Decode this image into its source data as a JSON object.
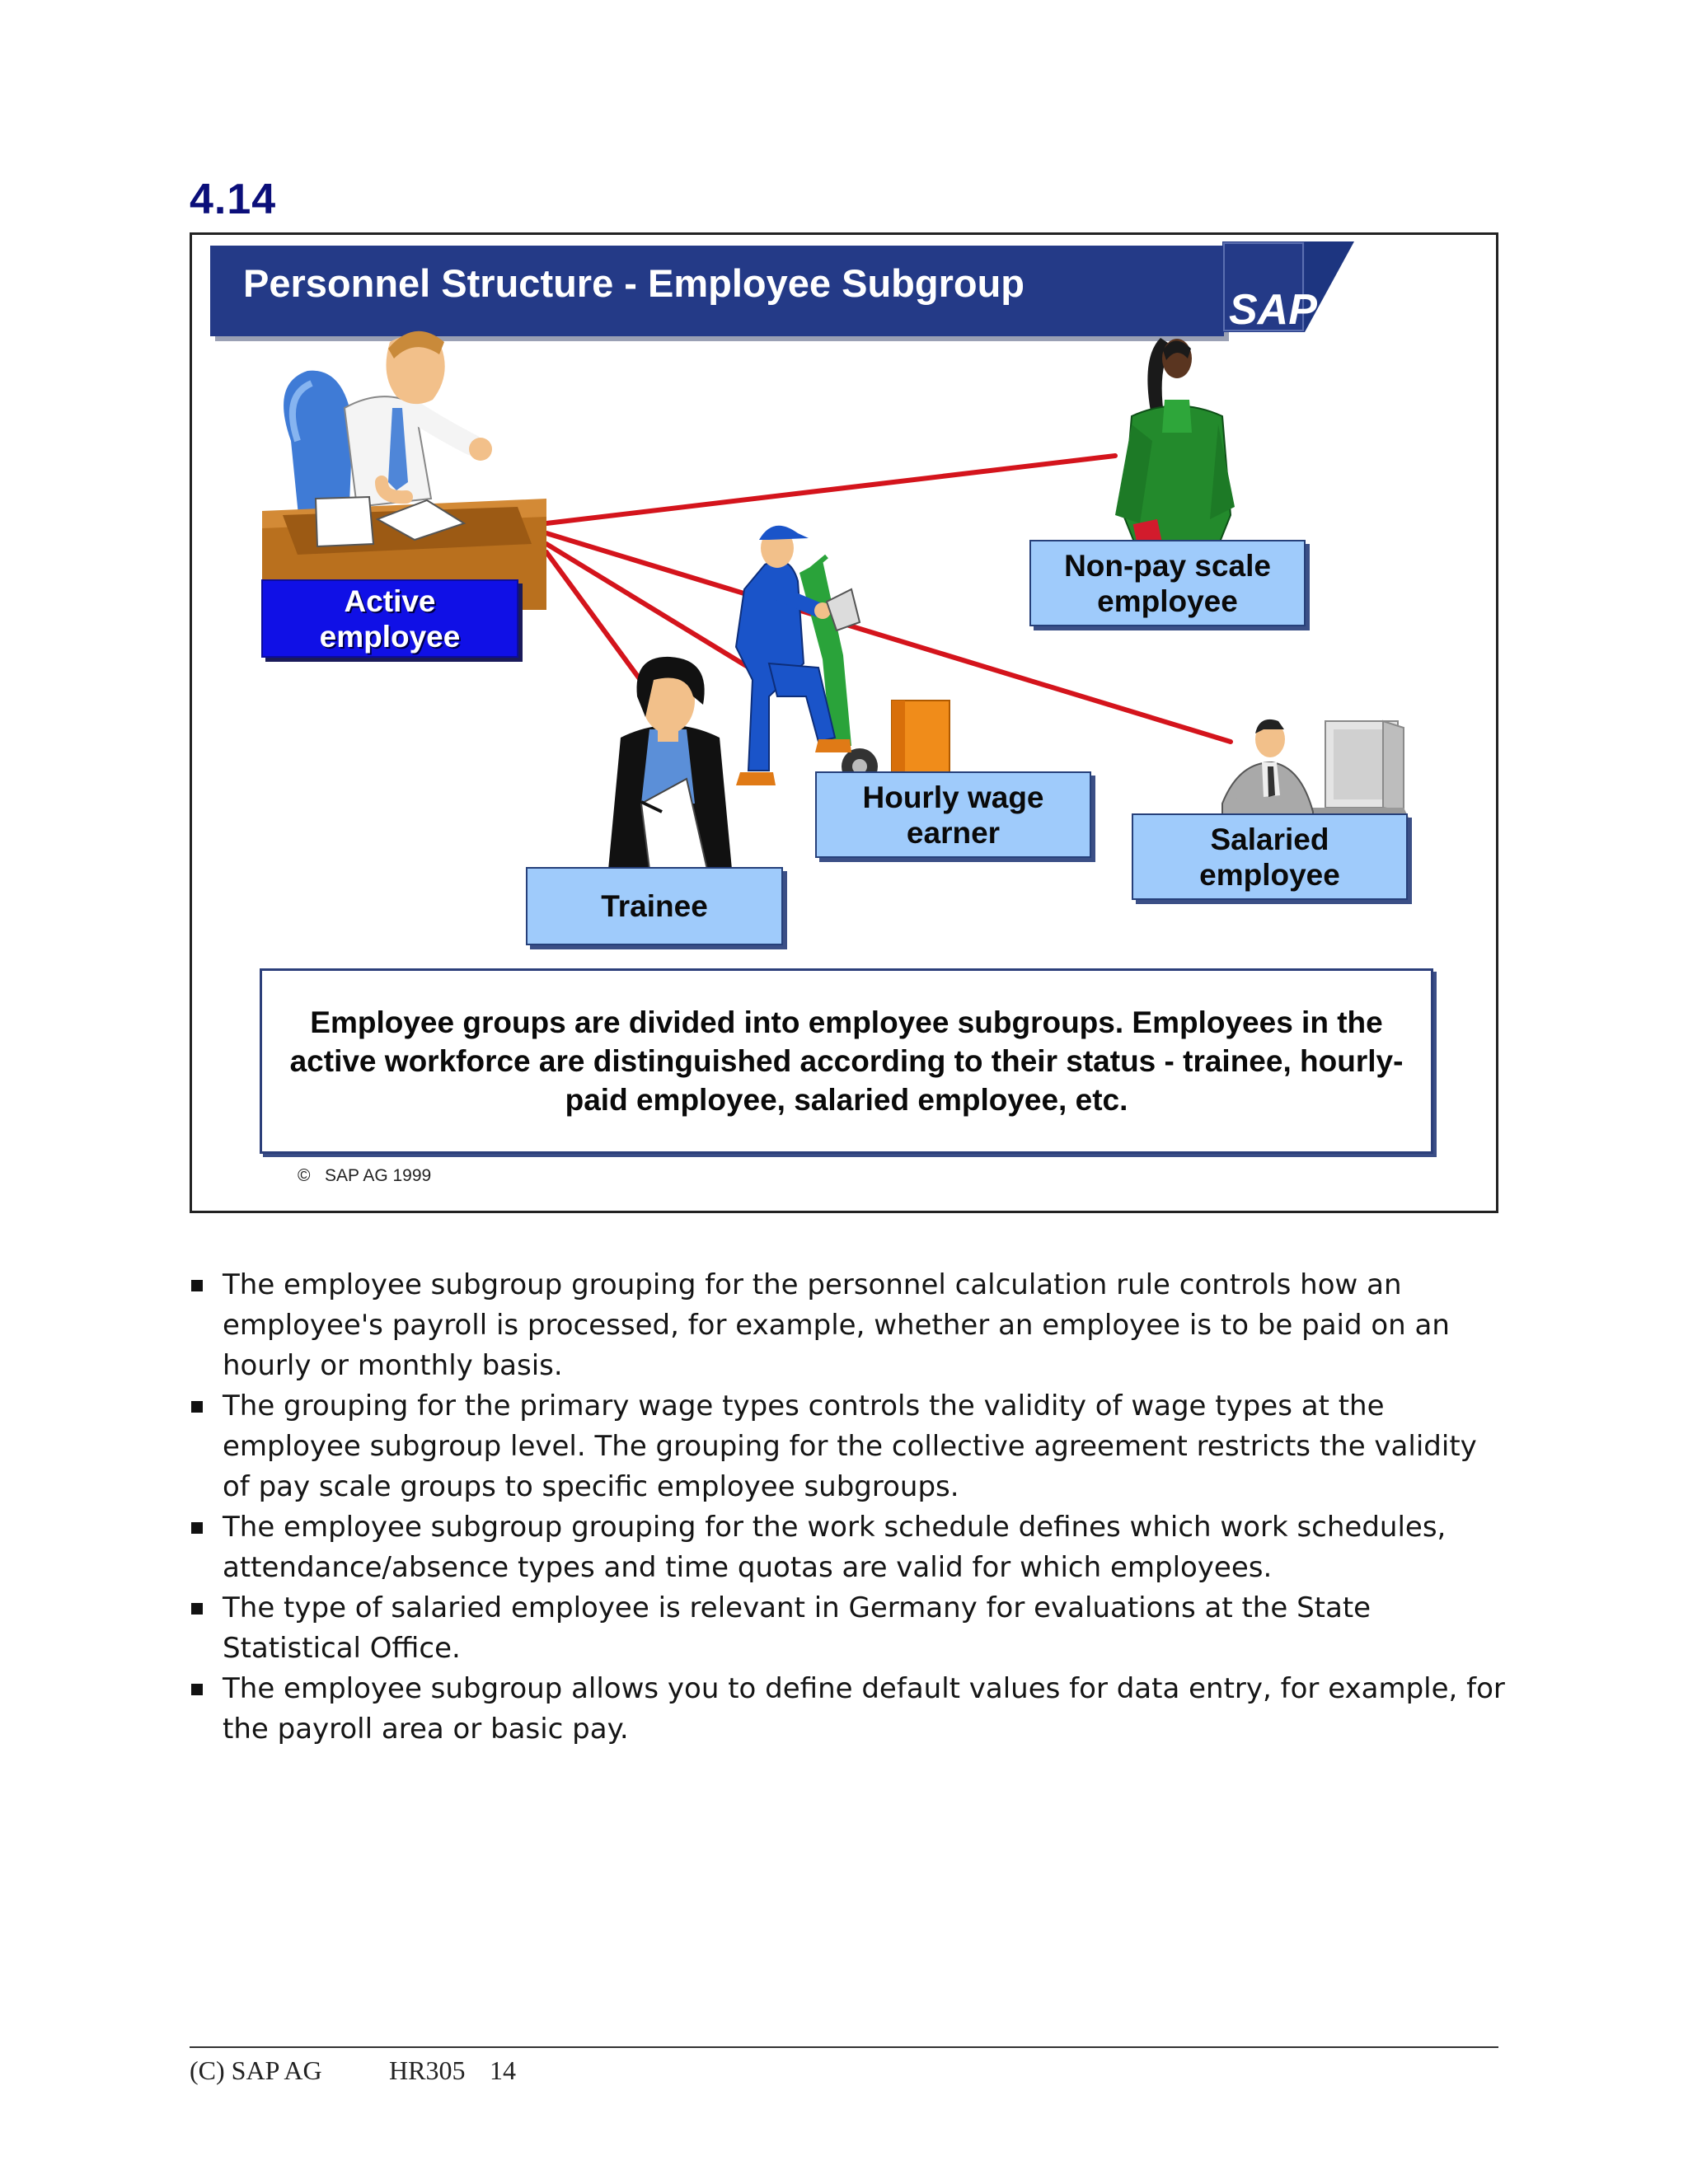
{
  "section_number": "4.14",
  "slide": {
    "title": "Personnel Structure - Employee Subgroup",
    "logo_text": "SAP",
    "labels": {
      "active": "Active\nemployee",
      "non_pay_scale": "Non-pay scale\nemployee",
      "hourly": "Hourly wage\nearner",
      "salaried": "Salaried\nemployee",
      "trainee": "Trainee"
    },
    "summary": "Employee groups are divided into employee subgroups. Employees in the active workforce are distinguished according to their status - trainee, hourly-paid employee, salaried employee, etc.",
    "copyright_symbol": "©",
    "copyright": "SAP AG 1999",
    "colors": {
      "title_bar": "#243a87",
      "connector": "#d4141c",
      "label_fill": "#9fcbfb",
      "active_fill": "#1010e6"
    },
    "icons": [
      "office-worker-desk-illustration",
      "woman-green-suit-illustration",
      "warehouse-worker-handtruck-illustration",
      "woman-trainee-illustration",
      "man-at-computer-illustration"
    ]
  },
  "bullets": [
    "The employee subgroup grouping for the personnel calculation rule controls how an employee's payroll is processed, for example, whether an employee is to be paid on an hourly or monthly basis.",
    "The grouping for the primary wage types controls the validity of wage types at the employee subgroup level. The grouping for the collective agreement restricts the validity of pay scale groups to specific employee subgroups.",
    "The employee subgroup grouping for the work schedule defines which work schedules, attendance/absence types and time quotas are valid for which employees.",
    "The type of salaried employee is relevant in Germany for evaluations at the State Statistical Office.",
    "The employee subgroup allows you to define default values for data entry, for example, for the payroll area or basic pay."
  ],
  "footer": {
    "company": "(C) SAP AG",
    "course": "HR305",
    "page": "14"
  }
}
